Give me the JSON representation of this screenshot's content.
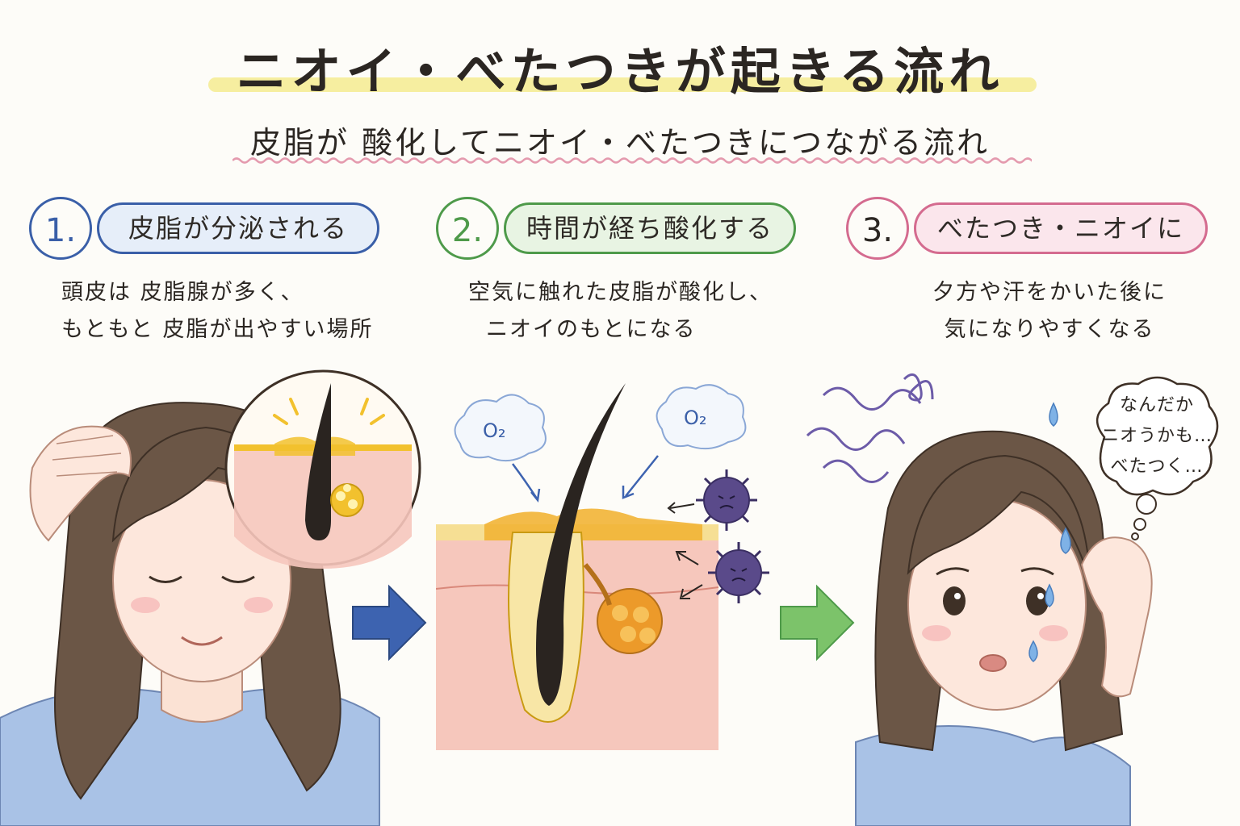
{
  "title": "ニオイ・べたつきが起きる流れ",
  "subtitle": "皮脂が 酸化してニオイ・べたつきにつながる流れ",
  "steps": [
    {
      "number": "1.",
      "label": "皮脂が分泌される",
      "desc_lines": [
        "頭皮は 皮脂腺が多く、",
        "もともと 皮脂が出やすい場所"
      ],
      "color": "#3a5fa8",
      "fill": "#e6eef9"
    },
    {
      "number": "2.",
      "label": "時間が経ち酸化する",
      "desc_lines": [
        "空気に触れた皮脂が酸化し、",
        "ニオイのもとになる"
      ],
      "color": "#4e9a4a",
      "fill": "#e8f4e3"
    },
    {
      "number": "3.",
      "label": "べたつき・ニオイに",
      "desc_lines": [
        "夕方や汗をかいた後に",
        "気になりやすくなる"
      ],
      "color": "#d46b8f",
      "fill": "#fbe6ec"
    }
  ],
  "oxygen_label": "O₂",
  "thought_bubble_lines": [
    "なんだか",
    "ニオうかも…",
    "べたつく…"
  ],
  "colors": {
    "sebum": "#f2c12e",
    "skin": "#f4c4b8",
    "hair": "#5b4a3c",
    "arrow_blue": "#3d63b0",
    "arrow_green": "#7cc36a",
    "germ": "#5a4a8a"
  }
}
